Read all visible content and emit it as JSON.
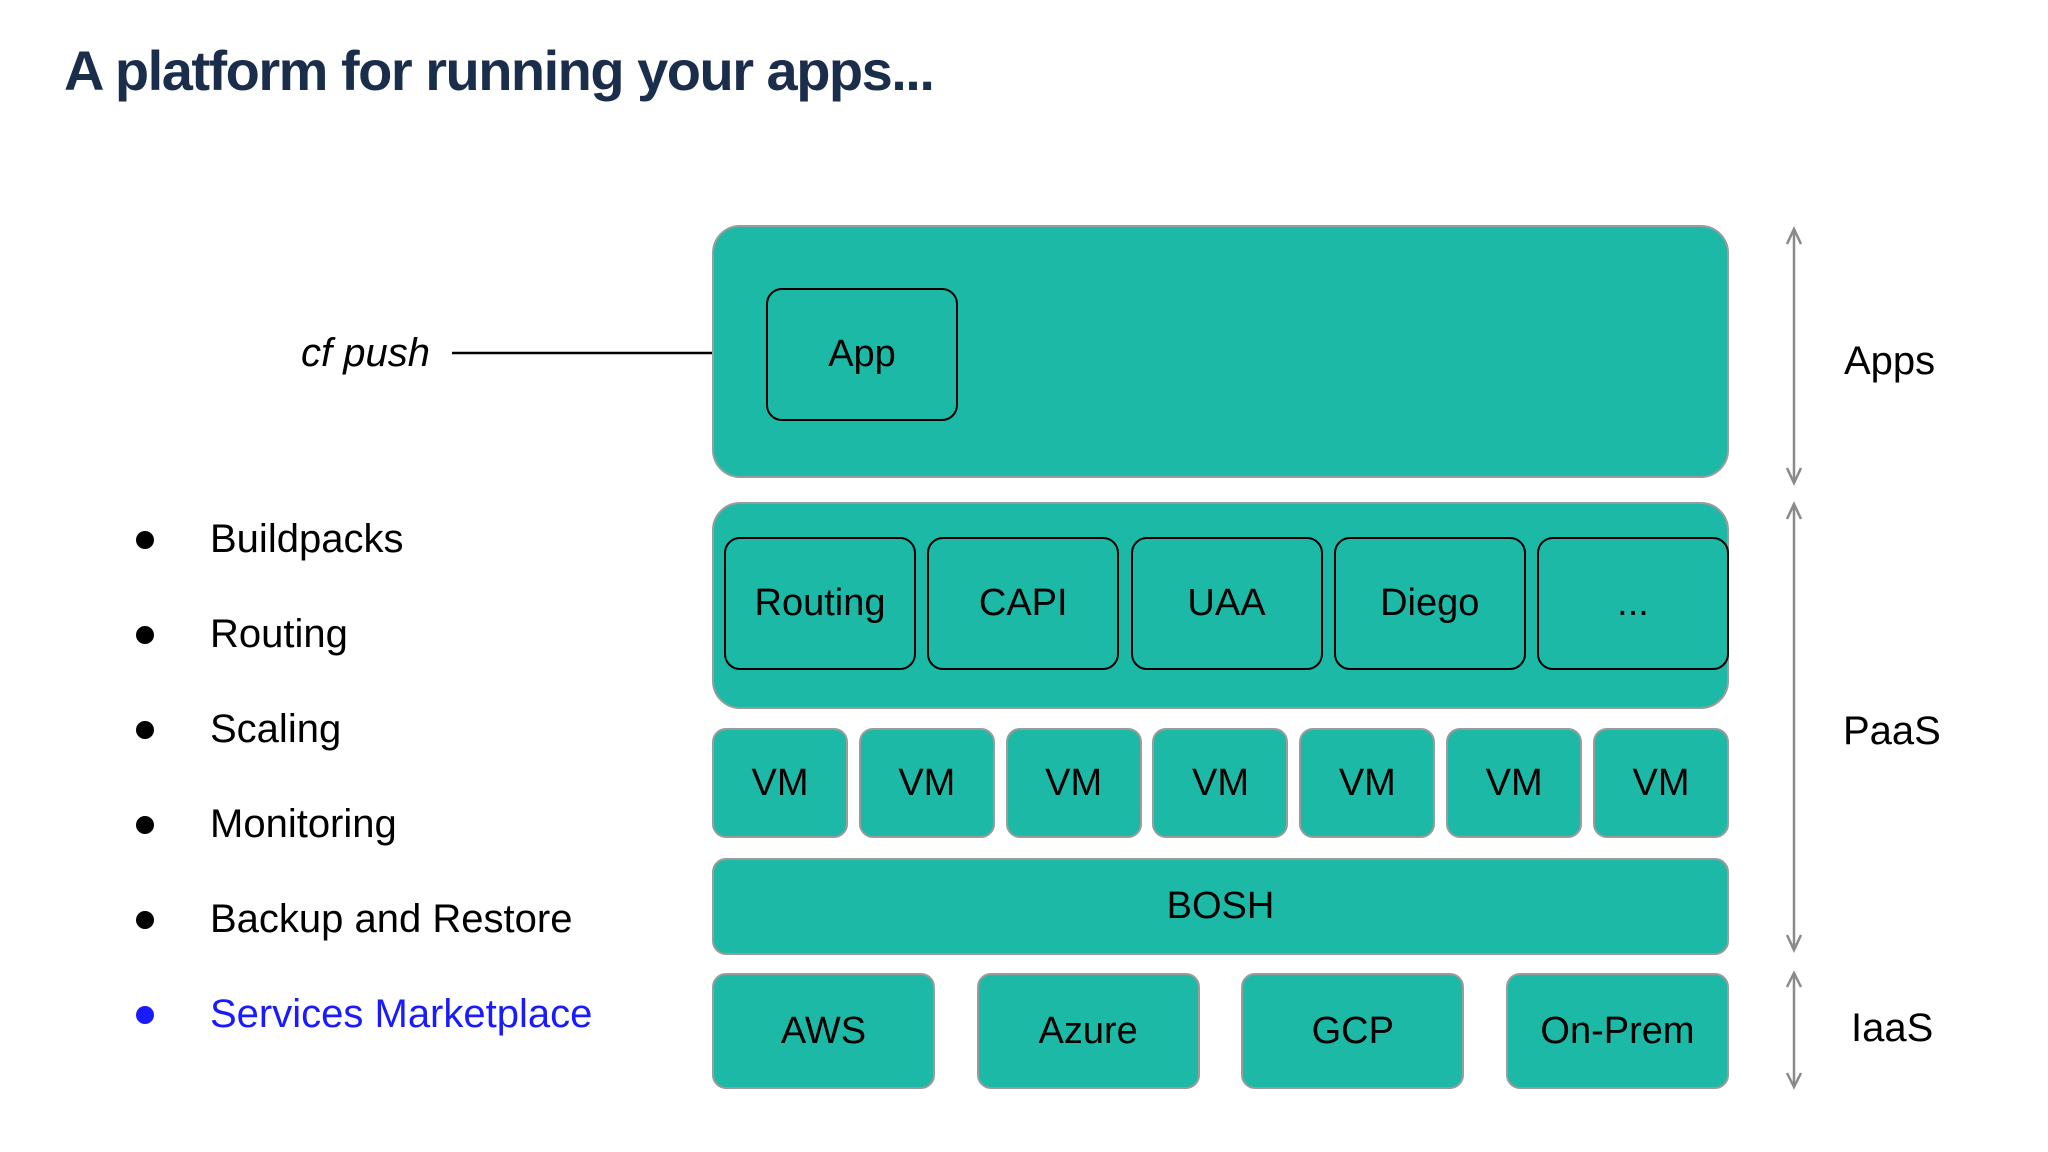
{
  "title": "A platform for running your apps...",
  "colors": {
    "teal": "#1db9a7",
    "container_border": "#9b9b9b",
    "title_navy": "#1a2e4c",
    "highlight_blue": "#1a1aff",
    "scale_arrow_gray": "#8a8a8a"
  },
  "features": {
    "items": [
      {
        "label": "Buildpacks",
        "color": "#000000"
      },
      {
        "label": "Routing",
        "color": "#000000"
      },
      {
        "label": "Scaling",
        "color": "#000000"
      },
      {
        "label": "Monitoring",
        "color": "#000000"
      },
      {
        "label": "Backup and Restore",
        "color": "#000000"
      },
      {
        "label": "Services Marketplace",
        "color": "#1a1aff"
      }
    ]
  },
  "push_label": "cf push",
  "apps_layer": {
    "app_label": "App"
  },
  "paas_layer": {
    "components": [
      {
        "label": "Routing"
      },
      {
        "label": "CAPI"
      },
      {
        "label": "UAA"
      },
      {
        "label": "Diego"
      },
      {
        "label": "..."
      }
    ]
  },
  "vm_layer": {
    "vms": [
      {
        "label": "VM"
      },
      {
        "label": "VM"
      },
      {
        "label": "VM"
      },
      {
        "label": "VM"
      },
      {
        "label": "VM"
      },
      {
        "label": "VM"
      },
      {
        "label": "VM"
      }
    ]
  },
  "bosh_label": "BOSH",
  "iaas_layer": {
    "providers": [
      {
        "label": "AWS"
      },
      {
        "label": "Azure"
      },
      {
        "label": "GCP"
      },
      {
        "label": "On-Prem"
      }
    ]
  },
  "layer_labels": {
    "apps": "Apps",
    "paas": "PaaS",
    "iaas": "IaaS"
  }
}
